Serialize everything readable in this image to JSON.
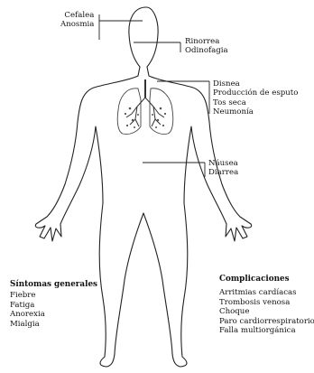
{
  "head_left": [
    "Cefalea",
    "Anosmia"
  ],
  "head_right": [
    "Rinorrea",
    "Odinofagia"
  ],
  "chest": [
    "Disnea",
    "Producción de esputo",
    "Tos seca",
    "Neumonía"
  ],
  "abdomen": [
    "Náusea",
    "Diarrea"
  ],
  "general": {
    "title": "Síntomas generales",
    "items": [
      "Fiebre",
      "Fatiga",
      "Anorexia",
      "Mialgia"
    ]
  },
  "complications": {
    "title": "Complicaciones",
    "items": [
      "Arritmias cardíacas",
      "Trombosis venosa",
      "Choque",
      "Paro cardiorrespiratorio",
      "Falla multiorgánica"
    ]
  },
  "colors": {
    "line": "#222222",
    "organ": "#555555"
  }
}
